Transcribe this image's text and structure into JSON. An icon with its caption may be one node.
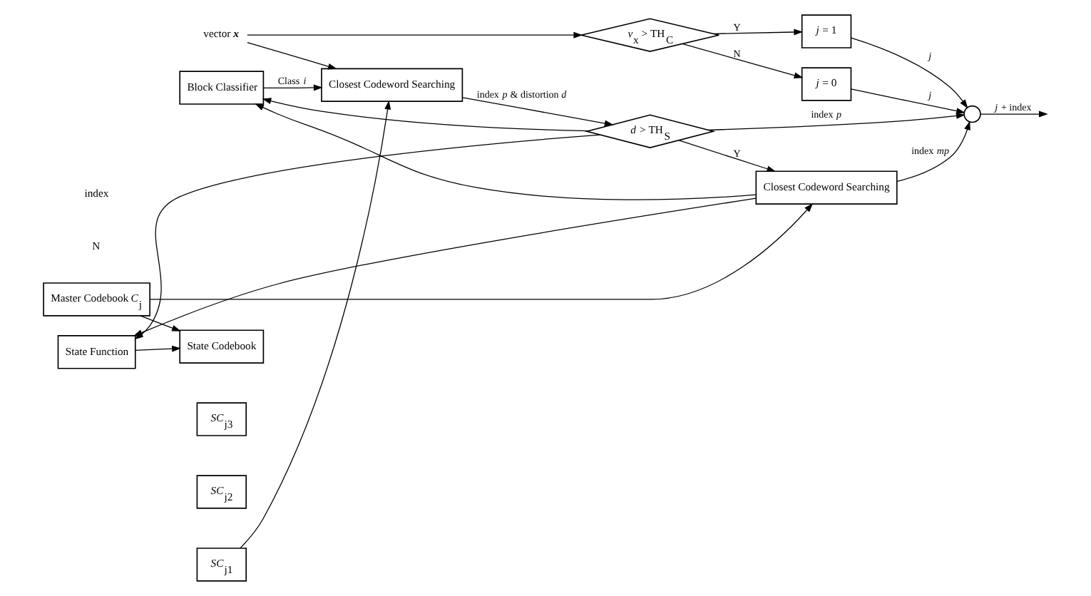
{
  "diagram": {
    "nodes": [
      {
        "text": [
          "vector **x**"
        ]
      },
      {
        "text": [
          "*v*$_{x}$ > TH$_{C}$"
        ]
      },
      {
        "text": [
          "*j* = 1"
        ]
      },
      {
        "text": [
          "*j* = 0"
        ]
      },
      {
        "text": [
          "Block Classifier"
        ]
      },
      {
        "text": [
          "Closest Codeword Searching"
        ]
      },
      {
        "text": [
          "*d* > TH$_{S}$"
        ]
      },
      {
        "text": [
          "Closest Codeword Searching"
        ]
      },
      {
        "text": [
          "*SC*$_{j1}$"
        ]
      },
      {
        "text": [
          "*SC*$_{j2}$"
        ]
      },
      {
        "text": [
          "*SC*$_{j3}$"
        ]
      },
      {
        "text": [
          "State Codebook"
        ]
      },
      {
        "text": [
          "Master Codebook *C*$_{j}$"
        ]
      },
      {
        "text": [
          "State Function"
        ]
      },
      {
        "text": [],
        "shape": "circle"
      }
    ],
    "edges": [
      {
        "from": 0,
        "to": 1,
        "arrow": "to"
      },
      {
        "from": 0,
        "to": 5,
        "arrow": "to"
      },
      {
        "from": 1,
        "to": 2,
        "arrow": "to",
        "label": "Y"
      },
      {
        "from": 1,
        "to": 3,
        "arrow": "to",
        "label": "N"
      },
      {
        "from": 4,
        "to": 5,
        "arrow": "to",
        "label": "Class *i*"
      },
      {
        "from": 8,
        "to": 5,
        "arrow": "to"
      },
      {
        "from": 5,
        "to": 6,
        "arrow": "to",
        "label": "index *p* & distortion *d*"
      },
      {
        "from": 6,
        "to": 7,
        "arrow": "to",
        "label": "Y"
      },
      {
        "from": 6,
        "to": 14,
        "arrow": "to",
        "label": "index *p*"
      },
      {
        "from": 7,
        "to": 14,
        "arrow": "to",
        "label": "index *mp*"
      },
      {
        "from": 6,
        "to": 13,
        "arrow": "to"
      },
      {
        "from": 7,
        "to": 13,
        "arrow": "to"
      },
      {
        "from": 6,
        "to": 4,
        "arrow": "to"
      },
      {
        "from": 7,
        "to": 4,
        "arrow": "to"
      },
      {
        "from": 12,
        "to": 11,
        "arrow": "to"
      },
      {
        "from": 12,
        "to": 7,
        "arrow": "to"
      },
      {
        "from": 13,
        "to": 11,
        "arrow": "to"
      },
      {
        "from": 2,
        "to": 14,
        "arrow": "to",
        "label": "*j*"
      },
      {
        "from": 3,
        "to": 14,
        "arrow": "to",
        "label": "*j*"
      },
      {
        "from": 14,
        "to": null,
        "arrow": "to",
        "label": "*j* + index"
      }
    ],
    "labels": [
      "N",
      "index"
    ]
  }
}
